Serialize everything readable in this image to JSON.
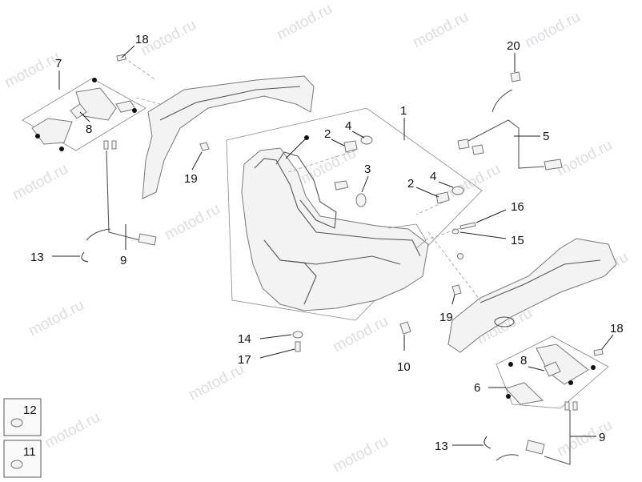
{
  "watermark": "motod.ru",
  "callouts": [
    {
      "id": "c18a",
      "label": "18"
    },
    {
      "id": "c7",
      "label": "7"
    },
    {
      "id": "c8a",
      "label": "8"
    },
    {
      "id": "c19a",
      "label": "19"
    },
    {
      "id": "c13a",
      "label": "13"
    },
    {
      "id": "c9a",
      "label": "9"
    },
    {
      "id": "c1",
      "label": "1"
    },
    {
      "id": "c2a",
      "label": "2"
    },
    {
      "id": "c4a",
      "label": "4"
    },
    {
      "id": "c3",
      "label": "3"
    },
    {
      "id": "c2b",
      "label": "2"
    },
    {
      "id": "c4b",
      "label": "4"
    },
    {
      "id": "c20",
      "label": "20"
    },
    {
      "id": "c5",
      "label": "5"
    },
    {
      "id": "c16",
      "label": "16"
    },
    {
      "id": "c15",
      "label": "15"
    },
    {
      "id": "c19b",
      "label": "19"
    },
    {
      "id": "c14",
      "label": "14"
    },
    {
      "id": "c17",
      "label": "17"
    },
    {
      "id": "c10",
      "label": "10"
    },
    {
      "id": "c18b",
      "label": "18"
    },
    {
      "id": "c8b",
      "label": "8"
    },
    {
      "id": "c6",
      "label": "6"
    },
    {
      "id": "c13b",
      "label": "13"
    },
    {
      "id": "c9b",
      "label": "9"
    },
    {
      "id": "c12",
      "label": "12"
    },
    {
      "id": "c11",
      "label": "11"
    }
  ]
}
